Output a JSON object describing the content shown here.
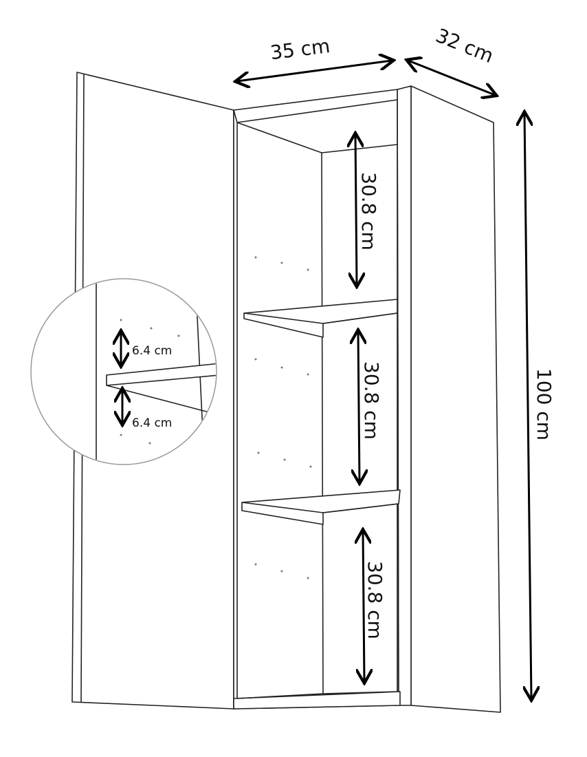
{
  "dimensions": {
    "width": "35 cm",
    "depth": "32 cm",
    "height": "100 cm",
    "shelf_gap_1": "30.8 cm",
    "shelf_gap_2": "30.8 cm",
    "shelf_gap_3": "30.8 cm",
    "hole_spacing_above": "6.4 cm",
    "hole_spacing_below": "6.4 cm"
  }
}
